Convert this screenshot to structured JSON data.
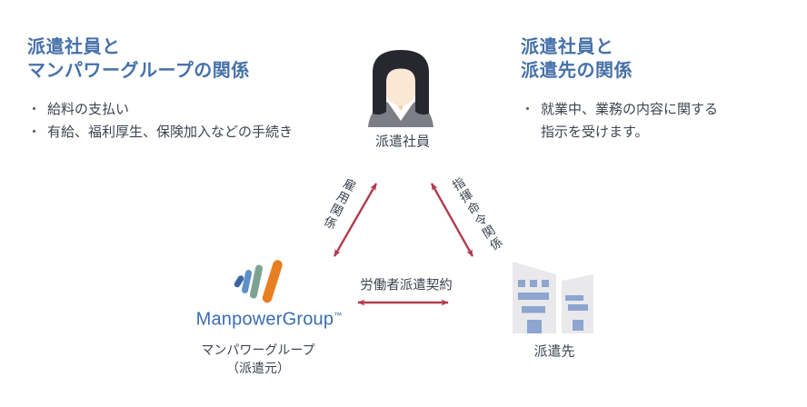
{
  "ui": {
    "bullet_char": "・"
  },
  "left_section": {
    "heading_line1": "派遣社員と",
    "heading_line2": "マンパワーグループの関係",
    "bullets": [
      "給料の支払い",
      "有給、福利厚生、保険加入などの手続き"
    ]
  },
  "right_section": {
    "heading_line1": "派遣社員と",
    "heading_line2": "派遣先の関係",
    "bullet_line1": "就業中、業務の内容に関する",
    "bullet_line2": "指示を受けます。"
  },
  "worker": {
    "label": "派遣社員"
  },
  "agency": {
    "wordmark": "ManpowerGroup",
    "trademark": "™",
    "label": "マンパワーグループ",
    "sublabel": "（派遣元）"
  },
  "client": {
    "label": "派遣先"
  },
  "relations": {
    "employment": "雇用関係",
    "direction": "指揮命令関係",
    "contract": "労働者派遣契約"
  },
  "colors": {
    "heading_blue": "#4671a9",
    "body_text": "#3e4450",
    "arrow_red": "#b23b4f",
    "wordmark_blue": "#3a6cb2",
    "logo_bar_navy": "#3e63a0",
    "logo_bar_blue": "#5d90cb",
    "logo_bar_green": "#7ca392",
    "logo_bar_orange": "#e87e22",
    "building_gray": "#e9e9ec",
    "window_blue": "#8da5cf",
    "hair_black": "#272730",
    "skin_light": "#fae8d4",
    "skin_shade": "#f3cba1",
    "suit_gray": "#7d7d88",
    "shirt_white": "#ffffff"
  }
}
